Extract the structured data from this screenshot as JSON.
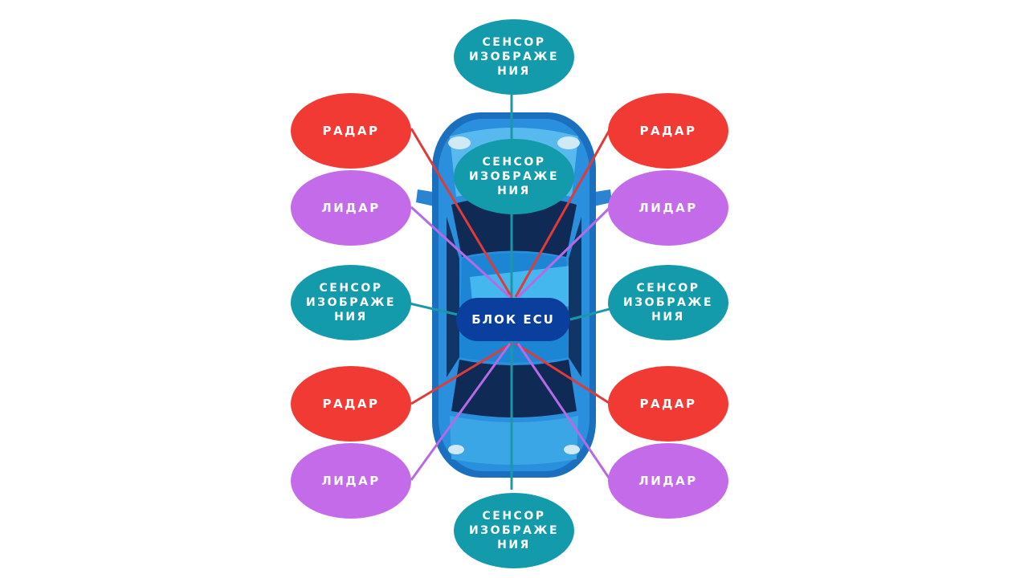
{
  "diagram": {
    "center": {
      "label": "БЛОК ECU"
    },
    "nodes": {
      "camera_top": {
        "label": "СЕНСОР ИЗОБРАЖЕ НИЯ",
        "lines": [
          "СЕНСОР",
          "ИЗОБРАЖЕ",
          "НИЯ"
        ]
      },
      "camera_front": {
        "label": "СЕНСОР ИЗОБРАЖЕ НИЯ",
        "lines": [
          "СЕНСОР",
          "ИЗОБРАЖЕ",
          "НИЯ"
        ]
      },
      "camera_left": {
        "label": "СЕНСОР ИЗОБРАЖЕ НИЯ",
        "lines": [
          "СЕНСОР",
          "ИЗОБРАЖЕ",
          "НИЯ"
        ]
      },
      "camera_right": {
        "label": "СЕНСОР ИЗОБРАЖЕ НИЯ",
        "lines": [
          "СЕНСОР",
          "ИЗОБРАЖЕ",
          "НИЯ"
        ]
      },
      "camera_bottom": {
        "label": "СЕНСОР ИЗОБРАЖЕ НИЯ",
        "lines": [
          "СЕНСОР",
          "ИЗОБРАЖЕ",
          "НИЯ"
        ]
      },
      "radar_top_left": {
        "label": "РАДАР"
      },
      "radar_top_right": {
        "label": "РАДАР"
      },
      "radar_bottom_left": {
        "label": "РАДАР"
      },
      "radar_bottom_right": {
        "label": "РАДАР"
      },
      "lidar_top_left": {
        "label": "ЛИДАР"
      },
      "lidar_top_right": {
        "label": "ЛИДАР"
      },
      "lidar_bottom_left": {
        "label": "ЛИДАР"
      },
      "lidar_bottom_right": {
        "label": "ЛИДАР"
      }
    },
    "colors": {
      "radar": "#f23a35",
      "lidar": "#c46bea",
      "camera": "#149bab",
      "ecu": "#0b3f9e",
      "car_body": "#1f7fd0",
      "radar_line": "#e03a3a",
      "lidar_line": "#b66ae6",
      "camera_line": "#1b98a8"
    },
    "icons": {
      "vehicle": "car-top-view-icon"
    }
  }
}
